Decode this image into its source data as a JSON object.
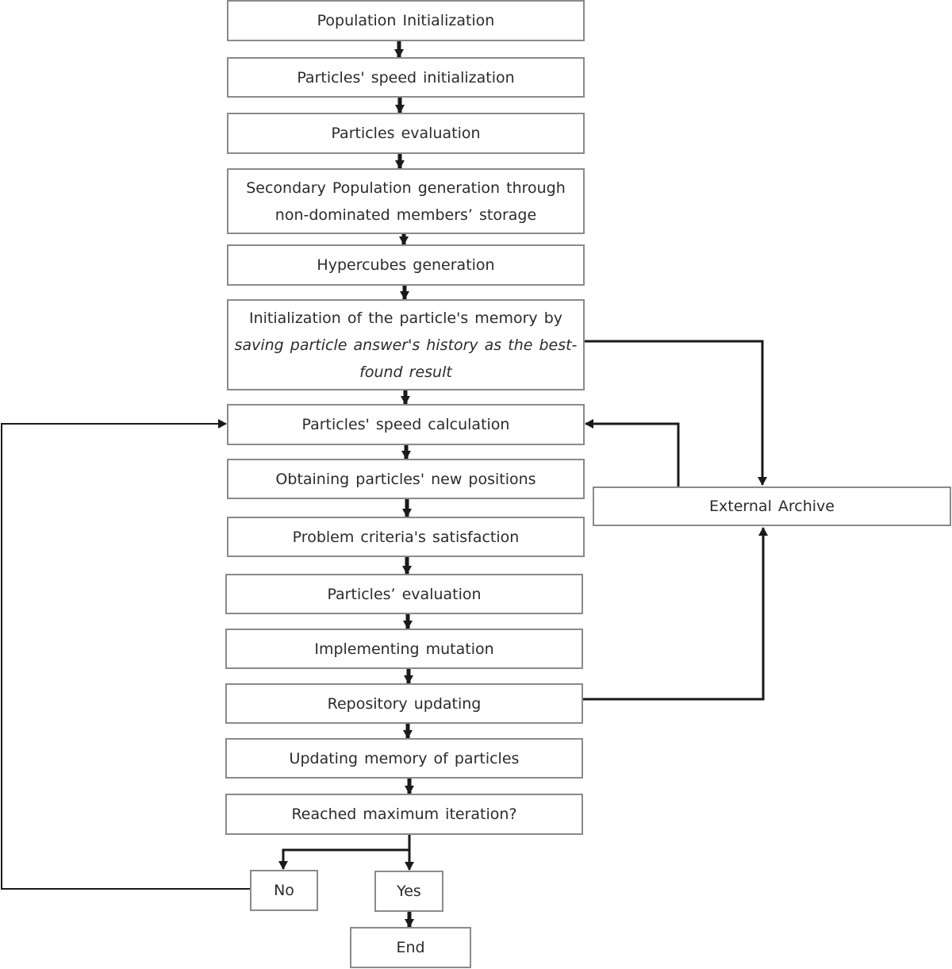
{
  "diagram": {
    "nodes": [
      {
        "id": "population-init",
        "lines": [
          {
            "text": "Population Initialization"
          }
        ]
      },
      {
        "id": "speed-init",
        "lines": [
          {
            "text": "Particles' speed initialization"
          }
        ]
      },
      {
        "id": "particles-eval",
        "lines": [
          {
            "text": "Particles evaluation"
          }
        ]
      },
      {
        "id": "secondary-pop",
        "lines": [
          {
            "text": "Secondary Population generation through"
          },
          {
            "text": "non-dominated members’ storage"
          }
        ]
      },
      {
        "id": "hypercubes",
        "lines": [
          {
            "text": "Hypercubes generation"
          }
        ]
      },
      {
        "id": "memory-init",
        "lines": [
          {
            "text": "Initialization of the particle's memory by"
          },
          {
            "text": "saving particle answer's history as the best-",
            "italic": true
          },
          {
            "text": "found result",
            "italic": true
          }
        ]
      },
      {
        "id": "speed-calc",
        "lines": [
          {
            "text": "Particles' speed calculation"
          }
        ]
      },
      {
        "id": "new-positions",
        "lines": [
          {
            "text": "Obtaining particles' new positions"
          }
        ]
      },
      {
        "id": "criteria",
        "lines": [
          {
            "text": "Problem criteria's satisfaction"
          }
        ]
      },
      {
        "id": "particles-eval-2",
        "lines": [
          {
            "text": "Particles’ evaluation"
          }
        ]
      },
      {
        "id": "mutation",
        "lines": [
          {
            "text": "Implementing mutation"
          }
        ]
      },
      {
        "id": "repository",
        "lines": [
          {
            "text": "Repository updating"
          }
        ]
      },
      {
        "id": "update-memory",
        "lines": [
          {
            "text": "Updating memory of particles"
          }
        ]
      },
      {
        "id": "max-iteration",
        "lines": [
          {
            "text": "Reached maximum iteration?"
          }
        ]
      },
      {
        "id": "no",
        "lines": [
          {
            "text": "No"
          }
        ]
      },
      {
        "id": "yes",
        "lines": [
          {
            "text": "Yes"
          }
        ]
      },
      {
        "id": "end",
        "lines": [
          {
            "text": "End"
          }
        ]
      },
      {
        "id": "external-archive",
        "lines": [
          {
            "text": "External Archive"
          }
        ]
      }
    ],
    "edges": [
      {
        "from": "population-init",
        "to": "speed-init"
      },
      {
        "from": "speed-init",
        "to": "particles-eval"
      },
      {
        "from": "particles-eval",
        "to": "secondary-pop"
      },
      {
        "from": "secondary-pop",
        "to": "hypercubes"
      },
      {
        "from": "hypercubes",
        "to": "memory-init"
      },
      {
        "from": "memory-init",
        "to": "speed-calc"
      },
      {
        "from": "speed-calc",
        "to": "new-positions"
      },
      {
        "from": "new-positions",
        "to": "criteria"
      },
      {
        "from": "criteria",
        "to": "particles-eval-2"
      },
      {
        "from": "particles-eval-2",
        "to": "mutation"
      },
      {
        "from": "mutation",
        "to": "repository"
      },
      {
        "from": "repository",
        "to": "update-memory"
      },
      {
        "from": "update-memory",
        "to": "max-iteration"
      },
      {
        "from": "max-iteration",
        "to": "no"
      },
      {
        "from": "max-iteration",
        "to": "yes"
      },
      {
        "from": "yes",
        "to": "end"
      },
      {
        "from": "no",
        "to": "speed-calc"
      },
      {
        "from": "memory-init",
        "to": "external-archive"
      },
      {
        "from": "repository",
        "to": "external-archive"
      },
      {
        "from": "external-archive",
        "to": "speed-calc"
      }
    ]
  }
}
